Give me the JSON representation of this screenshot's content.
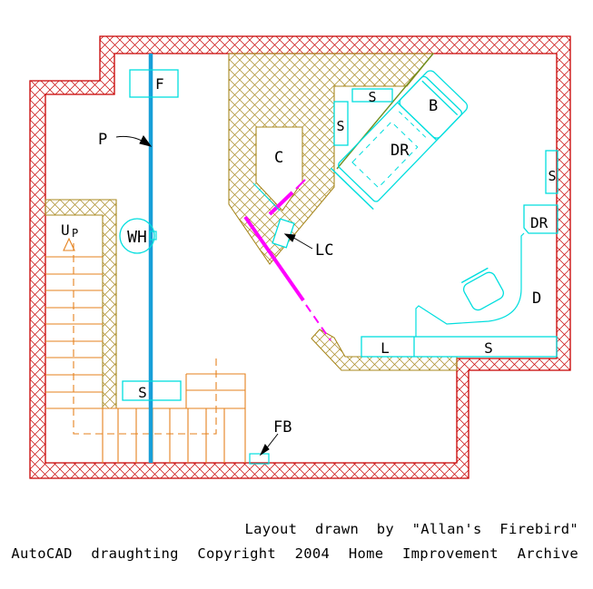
{
  "title": "Basement floor plan drawing",
  "colors": {
    "exterior_wall": "#c80000",
    "interior_wall": "#a8881f",
    "fixture_cyan": "#00dede",
    "pipe_blue": "#189fd8",
    "wood_orange": "#e5821e",
    "beam_magenta": "#ff00ff",
    "label_black": "#000000"
  },
  "labels": {
    "furnace": "F",
    "pipe": "P",
    "water_heater": "WH",
    "up_big": "U",
    "up_small": "P",
    "closet": "C",
    "speaker_top": "S",
    "speaker_left": "S",
    "bed": "B",
    "dresser_bed": "DR",
    "speaker_right": "S",
    "dresser_right": "DR",
    "desk": "D",
    "shelf_l": "L",
    "shelf_s": "S",
    "speaker_bottom": "S",
    "laptop_corner": "LC",
    "floor_box": "FB"
  },
  "footer": {
    "line1": "Layout drawn by \"Allan's Firebird\"",
    "line2": "AutoCAD draughting Copyright 2004 Home Improvement Archive"
  }
}
